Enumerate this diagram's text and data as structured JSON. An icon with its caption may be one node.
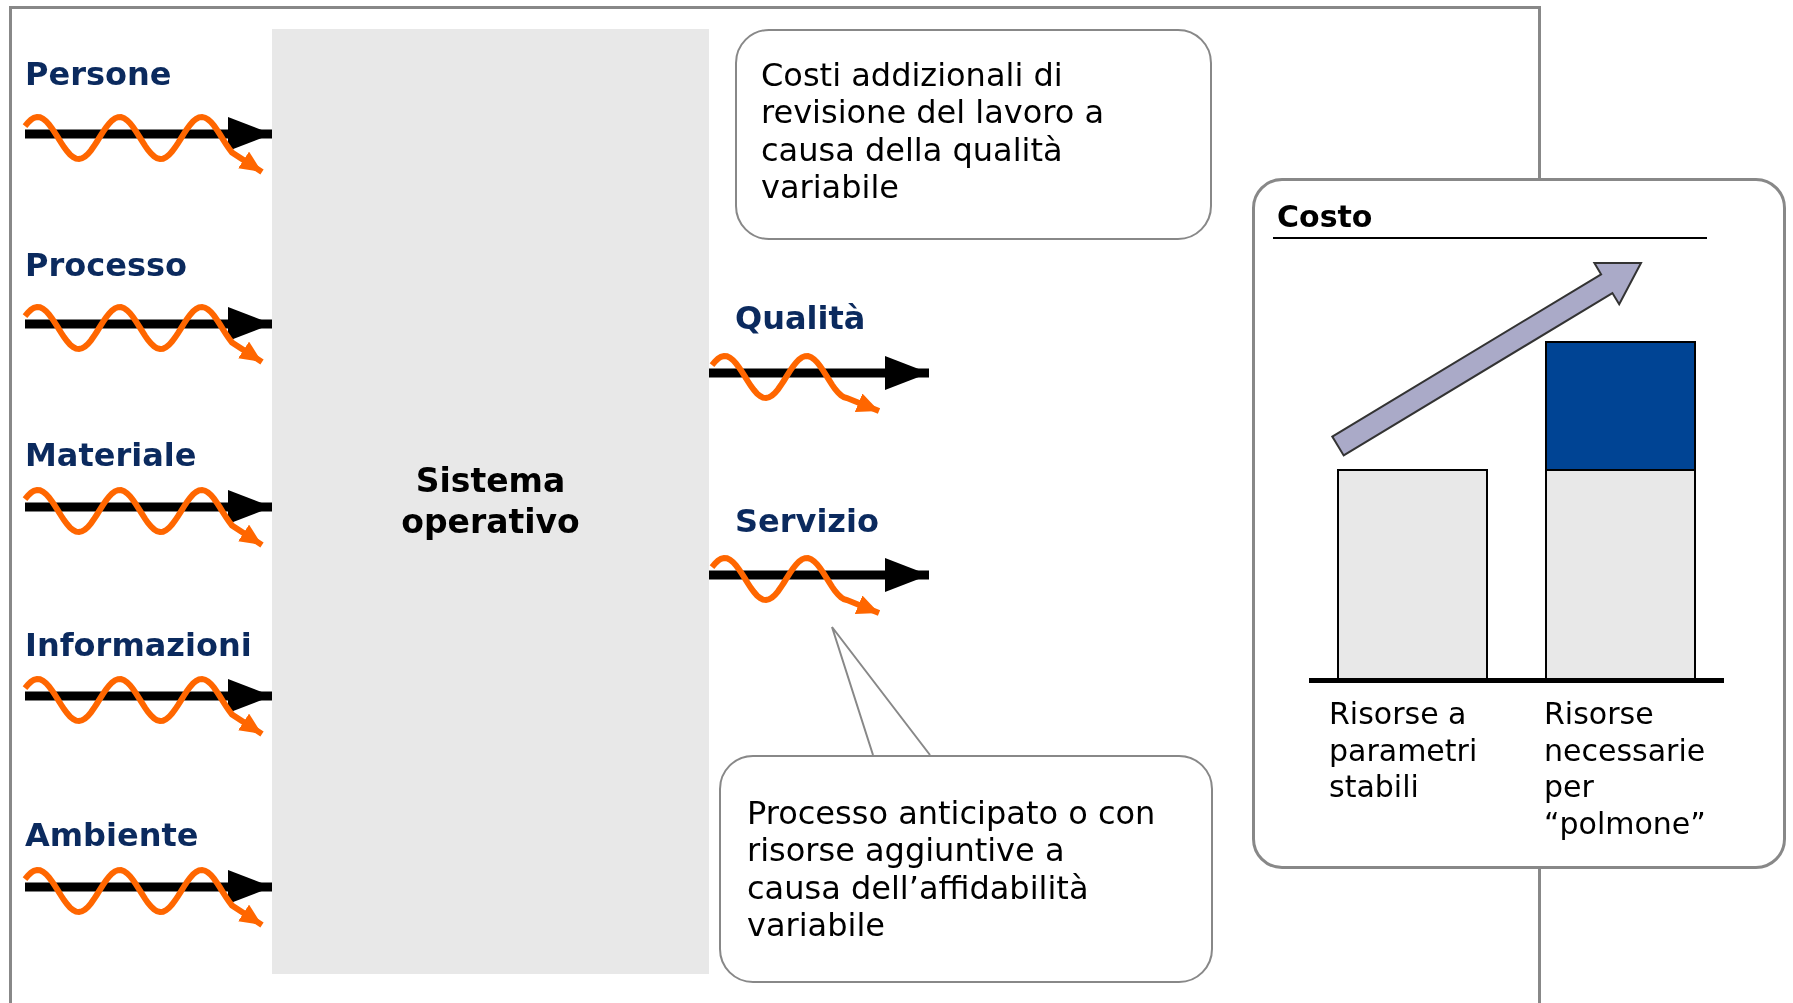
{
  "diagram": {
    "nodes": [
      {
        "text": [
          "Sistema operativo"
        ]
      },
      {
        "text": [
          "Costi addizionali di revisione del lavoro a causa della qualità variabile"
        ]
      },
      {
        "text": [
          "Processo anticipato o con risorse aggiuntive a causa dell’affidabilità variabile"
        ]
      },
      {
        "text": [
          "Costo"
        ]
      }
    ],
    "edges": [
      {
        "from": null,
        "to": 0,
        "arrow": "to",
        "label": "Persone"
      },
      {
        "from": null,
        "to": 0,
        "arrow": "to",
        "label": "Processo"
      },
      {
        "from": null,
        "to": 0,
        "arrow": "to",
        "label": "Materiale"
      },
      {
        "from": null,
        "to": 0,
        "arrow": "to",
        "label": "Informazioni"
      },
      {
        "from": null,
        "to": 0,
        "arrow": "to",
        "label": "Ambiente"
      },
      {
        "from": 0,
        "to": null,
        "arrow": "to",
        "label": "Qualità"
      },
      {
        "from": 0,
        "to": null,
        "arrow": "to",
        "label": "Servizio"
      },
      {
        "from": 2,
        "to": null,
        "arrow": "none",
        "color": "#888888"
      }
    ],
    "labels": [
      "Risorse a parametri stabili",
      "Risorse necessarie per “polmone”"
    ]
  }
}
